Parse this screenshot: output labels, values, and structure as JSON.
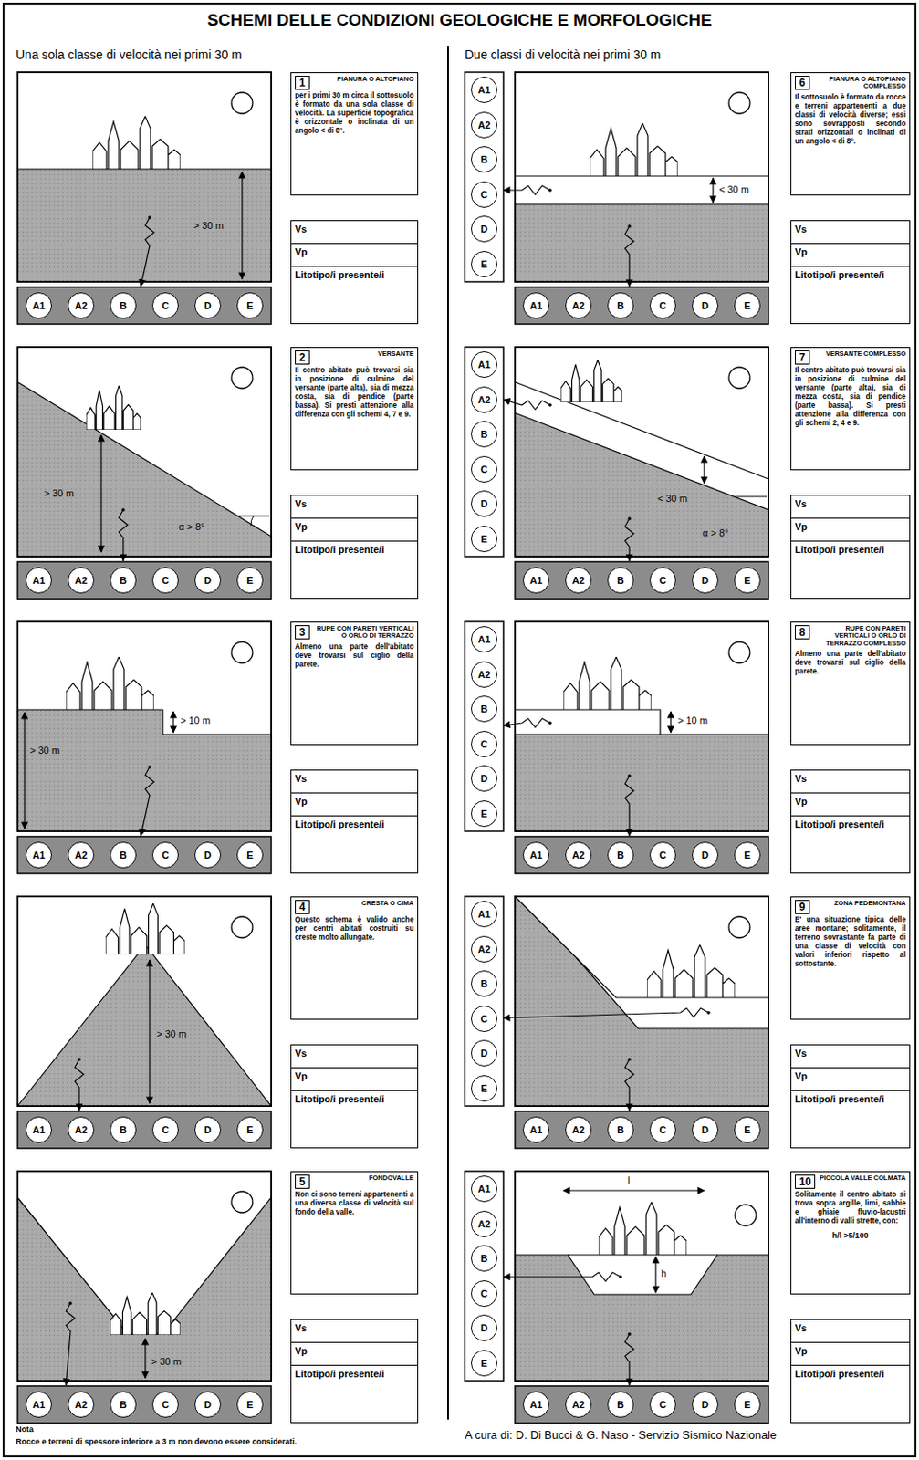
{
  "diagram": {
    "title": "SCHEMI DELLE CONDIZIONI GEOLOGICHE E MORFOLOGICHE",
    "nodes": [
      {
        "text": [
          "1",
          "PIANURA O ALTOPIANO",
          "per i primi 30 m circa il sottosuolo è formato da una sola classe di velocità. La superficie topografica è orizzontale o inclinata di un angolo < di 8°."
        ]
      },
      {
        "text": [
          "Vs"
        ]
      },
      {
        "text": [
          "Vp"
        ]
      },
      {
        "text": [
          "Litotipo/i presente/i"
        ]
      },
      {
        "text": [
          "A1"
        ]
      },
      {
        "text": [
          "A2"
        ]
      },
      {
        "text": [
          "B"
        ]
      },
      {
        "text": [
          "C"
        ]
      },
      {
        "text": [
          "D"
        ]
      },
      {
        "text": [
          "E"
        ]
      },
      {
        "text": [
          "2",
          "VERSANTE",
          "Il centro abitato può trovarsi sia in posizione di culmine del versante (parte alta), sia di mezza costa, sia di pendice (parte bassa). Si presti attenzione alla differenza con gli schemi 4, 7 e 9."
        ]
      },
      {
        "text": [
          "Vs"
        ]
      },
      {
        "text": [
          "Vp"
        ]
      },
      {
        "text": [
          "Litotipo/i presente/i"
        ]
      },
      {
        "text": [
          "A1"
        ]
      },
      {
        "text": [
          "A2"
        ]
      },
      {
        "text": [
          "B"
        ]
      },
      {
        "text": [
          "C"
        ]
      },
      {
        "text": [
          "D"
        ]
      },
      {
        "text": [
          "E"
        ]
      },
      {
        "text": [
          "3",
          "RUPE CON PARETI VERTICALI O ORLO DI TERRAZZO",
          "Almeno una parte dell'abitato deve trovarsi sul ciglio della parete."
        ]
      },
      {
        "text": [
          "Vs"
        ]
      },
      {
        "text": [
          "Vp"
        ]
      },
      {
        "text": [
          "Litotipo/i presente/i"
        ]
      },
      {
        "text": [
          "A1"
        ]
      },
      {
        "text": [
          "A2"
        ]
      },
      {
        "text": [
          "B"
        ]
      },
      {
        "text": [
          "C"
        ]
      },
      {
        "text": [
          "D"
        ]
      },
      {
        "text": [
          "E"
        ]
      },
      {
        "text": [
          "4",
          "CRESTA O CIMA",
          "Questo schema è valido anche per centri abitati costruiti su creste molto allungate."
        ]
      },
      {
        "text": [
          "Vs"
        ]
      },
      {
        "text": [
          "Vp"
        ]
      },
      {
        "text": [
          "Litotipo/i presente/i"
        ]
      },
      {
        "text": [
          "A1"
        ]
      },
      {
        "text": [
          "A2"
        ]
      },
      {
        "text": [
          "B"
        ]
      },
      {
        "text": [
          "C"
        ]
      },
      {
        "text": [
          "D"
        ]
      },
      {
        "text": [
          "E"
        ]
      },
      {
        "text": [
          "5",
          "FONDOVALLE",
          "Non ci sono terreni appartenenti a una diversa classe di velocità sul fondo della valle."
        ]
      },
      {
        "text": [
          "Vs"
        ]
      },
      {
        "text": [
          "Vp"
        ]
      },
      {
        "text": [
          "Litotipo/i presente/i"
        ]
      },
      {
        "text": [
          "A1"
        ]
      },
      {
        "text": [
          "A2"
        ]
      },
      {
        "text": [
          "B"
        ]
      },
      {
        "text": [
          "C"
        ]
      },
      {
        "text": [
          "D"
        ]
      },
      {
        "text": [
          "E"
        ]
      },
      {
        "text": [
          "6",
          "PIANURA O ALTOPIANO COMPLESSO",
          "Il sottosuolo è formato da rocce e terreni appartenenti a due classi di velocità diverse; essi sono sovrapposti secondo strati orizzontali o inclinati di un angolo < di 8°."
        ]
      },
      {
        "text": [
          "Vs"
        ]
      },
      {
        "text": [
          "Vp"
        ]
      },
      {
        "text": [
          "Litotipo/i presente/i"
        ]
      },
      {
        "text": [
          "A1"
        ]
      },
      {
        "text": [
          "A2"
        ]
      },
      {
        "text": [
          "B"
        ]
      },
      {
        "text": [
          "C"
        ]
      },
      {
        "text": [
          "D"
        ]
      },
      {
        "text": [
          "E"
        ]
      },
      {
        "text": [
          "A1"
        ]
      },
      {
        "text": [
          "A2"
        ]
      },
      {
        "text": [
          "B"
        ]
      },
      {
        "text": [
          "C"
        ]
      },
      {
        "text": [
          "D"
        ]
      },
      {
        "text": [
          "E"
        ]
      },
      {
        "text": [
          "7",
          "VERSANTE COMPLESSO",
          "Il centro abitato può trovarsi sia in posizione di culmine del versante (parte alta), sia di mezza costa, sia di pendice (parte bassa). Si presti attenzione alla differenza con gli schemi 2, 4 e 9."
        ]
      },
      {
        "text": [
          "Vs"
        ]
      },
      {
        "text": [
          "Vp"
        ]
      },
      {
        "text": [
          "Litotipo/i presente/i"
        ]
      },
      {
        "text": [
          "A1"
        ]
      },
      {
        "text": [
          "A2"
        ]
      },
      {
        "text": [
          "B"
        ]
      },
      {
        "text": [
          "C"
        ]
      },
      {
        "text": [
          "D"
        ]
      },
      {
        "text": [
          "E"
        ]
      },
      {
        "text": [
          "A1"
        ]
      },
      {
        "text": [
          "A2"
        ]
      },
      {
        "text": [
          "B"
        ]
      },
      {
        "text": [
          "C"
        ]
      },
      {
        "text": [
          "D"
        ]
      },
      {
        "text": [
          "E"
        ]
      },
      {
        "text": [
          "8",
          "RUPE CON PARETI VERTICALI O ORLO DI TERRAZZO COMPLESSO",
          "Almeno una parte dell'abitato deve trovarsi sul ciglio della parete."
        ]
      },
      {
        "text": [
          "Vs"
        ]
      },
      {
        "text": [
          "Vp"
        ]
      },
      {
        "text": [
          "Litotipo/i presente/i"
        ]
      },
      {
        "text": [
          "A1"
        ]
      },
      {
        "text": [
          "A2"
        ]
      },
      {
        "text": [
          "B"
        ]
      },
      {
        "text": [
          "C"
        ]
      },
      {
        "text": [
          "D"
        ]
      },
      {
        "text": [
          "E"
        ]
      },
      {
        "text": [
          "A1"
        ]
      },
      {
        "text": [
          "A2"
        ]
      },
      {
        "text": [
          "B"
        ]
      },
      {
        "text": [
          "C"
        ]
      },
      {
        "text": [
          "D"
        ]
      },
      {
        "text": [
          "E"
        ]
      },
      {
        "text": [
          "9",
          "ZONA PEDEMONTANA",
          "E' una situazione tipica delle aree montane; solitamente, il terreno sovrastante fa parte di una classe di velocità con valori inferiori rispetto al sottostante."
        ]
      },
      {
        "text": [
          "Vs"
        ]
      },
      {
        "text": [
          "Vp"
        ]
      },
      {
        "text": [
          "Litotipo/i presente/i"
        ]
      },
      {
        "text": [
          "A1"
        ]
      },
      {
        "text": [
          "A2"
        ]
      },
      {
        "text": [
          "B"
        ]
      },
      {
        "text": [
          "C"
        ]
      },
      {
        "text": [
          "D"
        ]
      },
      {
        "text": [
          "E"
        ]
      },
      {
        "text": [
          "A1"
        ]
      },
      {
        "text": [
          "A2"
        ]
      },
      {
        "text": [
          "B"
        ]
      },
      {
        "text": [
          "C"
        ]
      },
      {
        "text": [
          "D"
        ]
      },
      {
        "text": [
          "E"
        ]
      },
      {
        "text": [
          "10",
          "PICCOLA VALLE COLMATA",
          "Solitamente il centro abitato si trova sopra argille, limi, sabbie e ghiaie fluvio-lacustri all'interno di valli strette, con:",
          "h/l >5/100"
        ]
      },
      {
        "text": [
          "Vs"
        ]
      },
      {
        "text": [
          "Vp"
        ]
      },
      {
        "text": [
          "Litotipo/i presente/i"
        ]
      },
      {
        "text": [
          "A1"
        ]
      },
      {
        "text": [
          "A2"
        ]
      },
      {
        "text": [
          "B"
        ]
      },
      {
        "text": [
          "C"
        ]
      },
      {
        "text": [
          "D"
        ]
      },
      {
        "text": [
          "E"
        ]
      },
      {
        "text": [
          "A1"
        ]
      },
      {
        "text": [
          "A2"
        ]
      },
      {
        "text": [
          "B"
        ]
      },
      {
        "text": [
          "C"
        ]
      },
      {
        "text": [
          "D"
        ]
      },
      {
        "text": [
          "E"
        ]
      }
    ],
    "labels": [
      "Una sola classe di velocità nei primi 30 m",
      "Due classi di velocità nei primi 30 m",
      "> 30 m",
      "> 30 m",
      "α > 8°",
      "> 10 m",
      "> 30 m",
      "> 30 m",
      "> 30 m",
      "< 30 m",
      "< 30 m",
      "α > 8°",
      "> 10 m",
      "l",
      "h",
      "Nota",
      "Rocce e terreni di spessore inferiore a 3 m non devono essere considerati.",
      "A cura di: D. Di Bucci & G. Naso - Servizio Sismico Nazionale"
    ]
  }
}
